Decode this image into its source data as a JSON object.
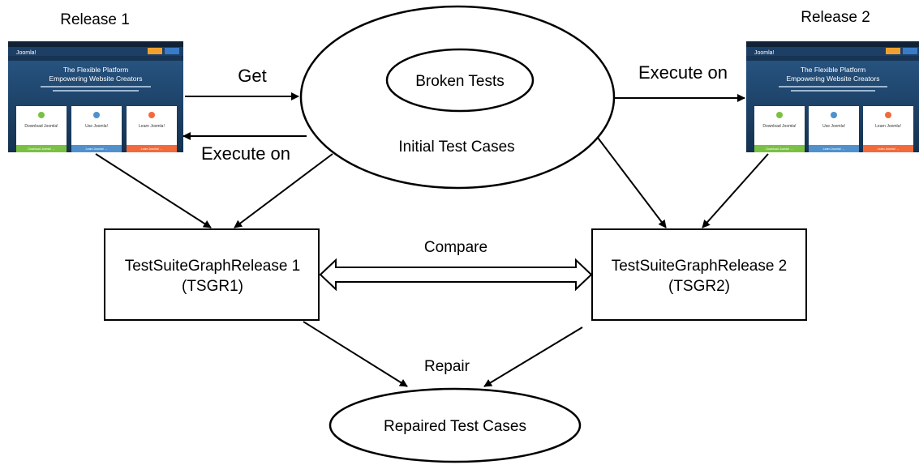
{
  "releases": [
    {
      "title": "Release 1",
      "site": {
        "brand": "Joomla!",
        "headline_1": "The Flexible Platform",
        "headline_2": "Empowering Website Creators",
        "cards": [
          {
            "heading": "Download Joomla!",
            "button": "Download Joomla! →",
            "color": "#7ac143"
          },
          {
            "heading": "Use Joomla!",
            "button": "Learn Joomla! →",
            "color": "#5091cd"
          },
          {
            "heading": "Learn Joomla!",
            "button": "Learn Joomla! →",
            "color": "#f26a3c"
          }
        ]
      }
    },
    {
      "title": "Release 2",
      "site": {
        "brand": "Joomla!",
        "headline_1": "The Flexible Platform",
        "headline_2": "Empowering Website Creators",
        "cards": [
          {
            "heading": "Download Joomla!",
            "button": "Download Joomla! →",
            "color": "#7ac143"
          },
          {
            "heading": "Use Joomla!",
            "button": "Learn Joomla! →",
            "color": "#5091cd"
          },
          {
            "heading": "Learn Joomla!",
            "button": "Learn Joomla! →",
            "color": "#f26a3c"
          }
        ]
      }
    }
  ],
  "nodes": {
    "initial_tests": "Initial Test Cases",
    "broken_tests": "Broken Tests",
    "tsgr1_line1": "TestSuiteGraphRelease 1",
    "tsgr1_line2": "(TSGR1)",
    "tsgr2_line1": "TestSuiteGraphRelease 2",
    "tsgr2_line2": "(TSGR2)",
    "repaired": "Repaired Test Cases"
  },
  "edges": {
    "get": "Get",
    "execute_on_left": "Execute on",
    "execute_on_right": "Execute on",
    "compare": "Compare",
    "repair": "Repair"
  }
}
